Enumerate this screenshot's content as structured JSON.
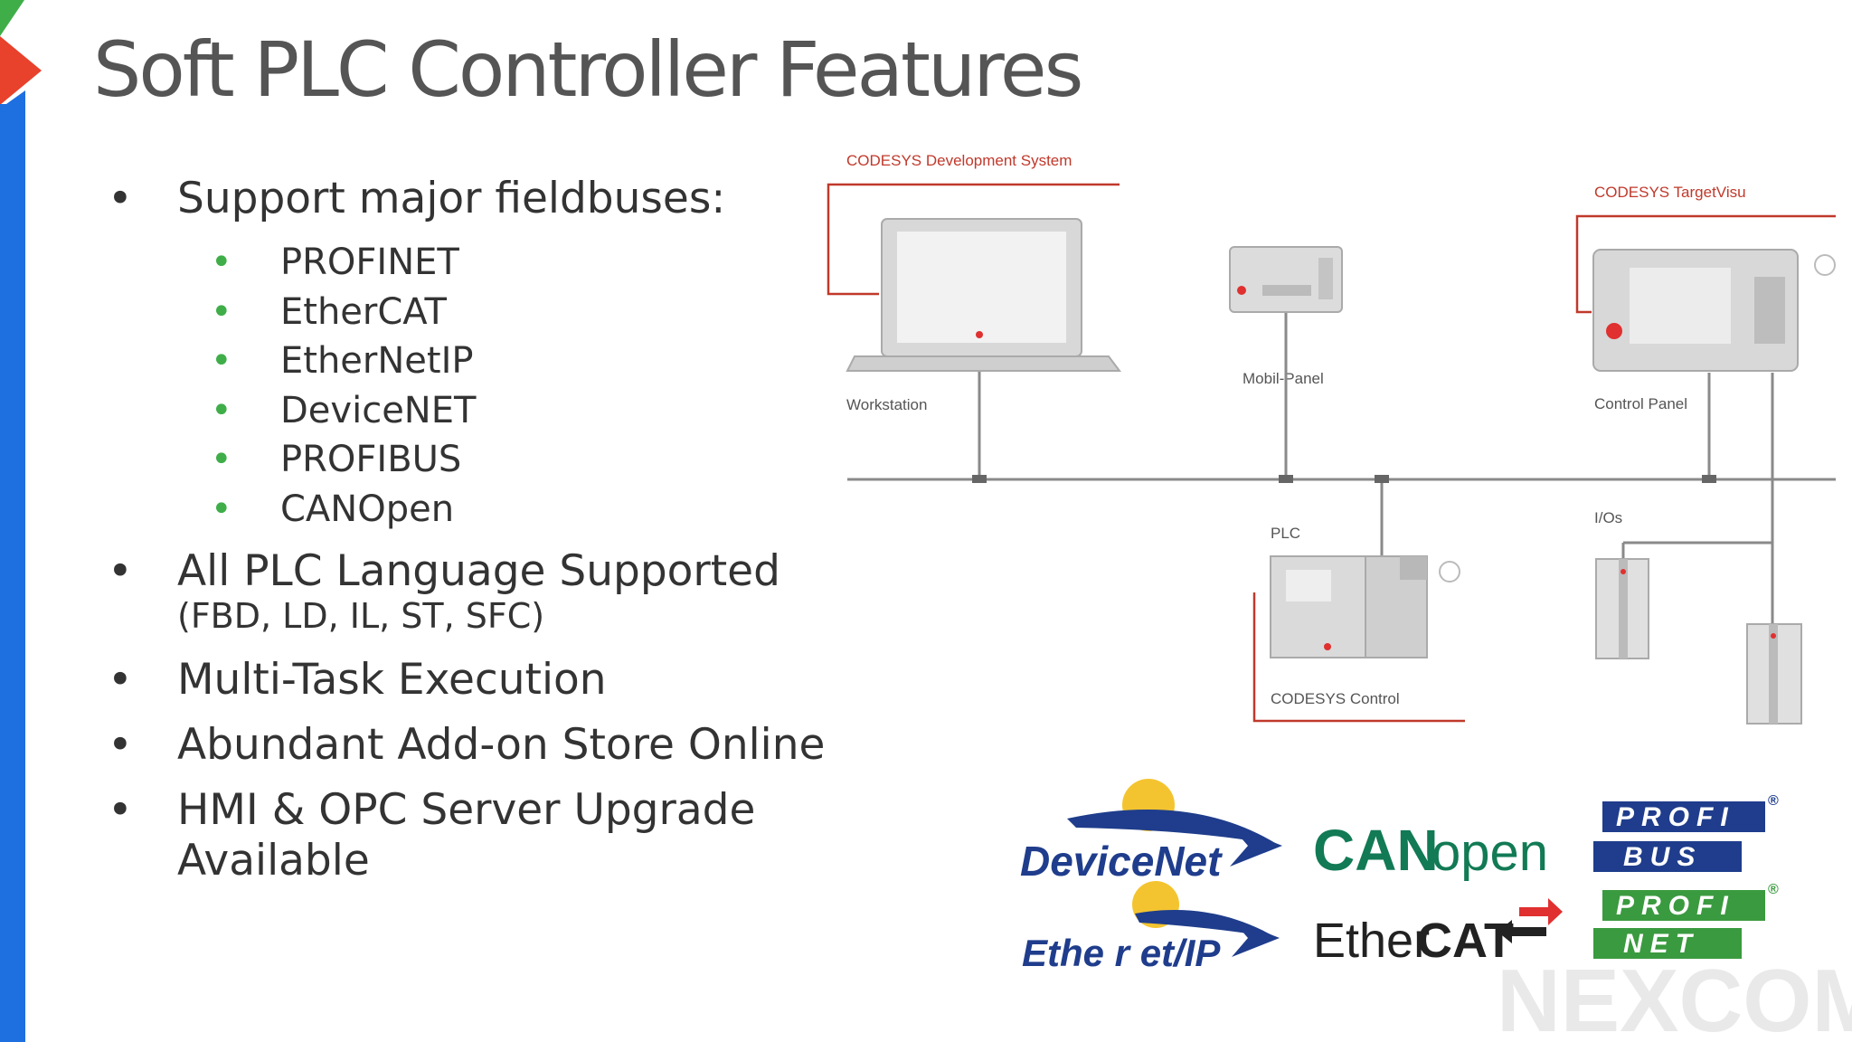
{
  "slide": {
    "title": "Soft PLC Controller Features",
    "accent_colors": {
      "blue": "#1e6fe0",
      "red": "#e8412c",
      "green": "#3fae49"
    }
  },
  "features": {
    "fieldbus_label": "Support major fieldbuses:",
    "fieldbuses": [
      "PROFINET",
      "EtherCAT",
      "EtherNetIP",
      "DeviceNET",
      "PROFIBUS",
      "CANOpen"
    ],
    "languages_label": "All PLC Language Supported",
    "languages_note": "(FBD, LD, IL, ST, SFC)",
    "multitask": "Multi-Task Execution",
    "addon_store": "Abundant Add-on Store Online",
    "hmi_opc": "HMI & OPC Server Upgrade Available",
    "bullet": "•"
  },
  "diagram": {
    "dev_system_label": "CODESYS Development System",
    "target_visu_label": "CODESYS TargetVisu",
    "workstation_label": "Workstation",
    "mobil_panel_label": "Mobil-Panel",
    "control_panel_label": "Control Panel",
    "plc_label": "PLC",
    "ios_label": "I/Os",
    "codesys_control_label": "CODESYS Control"
  },
  "logos": {
    "devicenet": "DeviceNet",
    "ethernetip": "Ethe r et/IP",
    "canopen_can": "CAN",
    "canopen_open": "open",
    "ethercat_ether": "Ether",
    "ethercat_cat": "CAT",
    "profibus_top": "PROFI",
    "profibus_bottom": "BUS",
    "profinet_top": "PROFI",
    "profinet_bottom": "NET",
    "registered": "®",
    "watermark": "NEXCOM"
  }
}
